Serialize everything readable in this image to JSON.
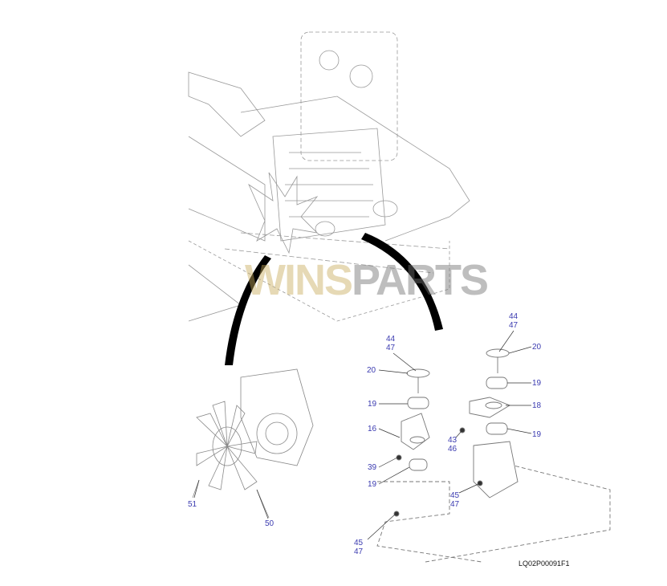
{
  "watermark": {
    "part1": "WINS",
    "part2": "PARTS"
  },
  "drawing_code": "LQ02P00091F1",
  "callouts": {
    "left_mount": {
      "top_bolt": "44\n47",
      "washer": "20",
      "upper_cushion": "19",
      "bracket": "16",
      "bolt": "39",
      "lower_cushion": "19",
      "nut": "45\n47"
    },
    "right_mount": {
      "top_bolt": "44\n47",
      "washer": "20",
      "upper_cushion": "19",
      "bracket": "18",
      "lower_cushion": "19",
      "bolt": "43\n46",
      "nut": "45\n47"
    },
    "fan": {
      "bolt": "51",
      "fan": "50"
    }
  },
  "colors": {
    "label": "#3b3bb0",
    "line": "#888888",
    "arc": "#000000"
  }
}
